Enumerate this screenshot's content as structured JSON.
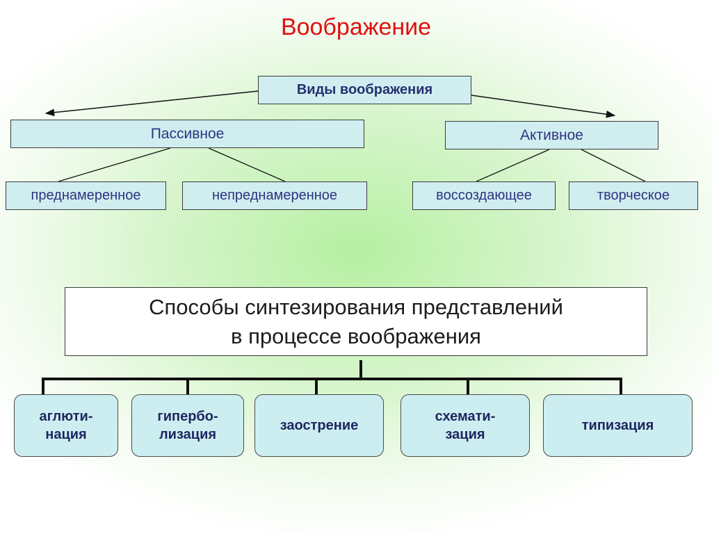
{
  "title": "Воображение",
  "types": {
    "root": "Виды воображения",
    "passive": {
      "label": "Пассивное",
      "children": [
        "преднамеренное",
        "непреднамеренное"
      ]
    },
    "active": {
      "label": "Активное",
      "children": [
        "воссоздающее",
        "творческое"
      ]
    }
  },
  "methods": {
    "heading": [
      "Способы синтезирования представлений",
      "в процессе воображения"
    ],
    "items": [
      [
        "аглюти-",
        "нация"
      ],
      [
        "гипербо-",
        "лизация"
      ],
      [
        "заострение"
      ],
      [
        "схемати-",
        "зация"
      ],
      [
        "типизация"
      ]
    ]
  },
  "colors": {
    "title": "#e01010",
    "box_fill": "#d0eef0",
    "box_text": "#2e3380",
    "background_center": "#b6f0a2"
  }
}
